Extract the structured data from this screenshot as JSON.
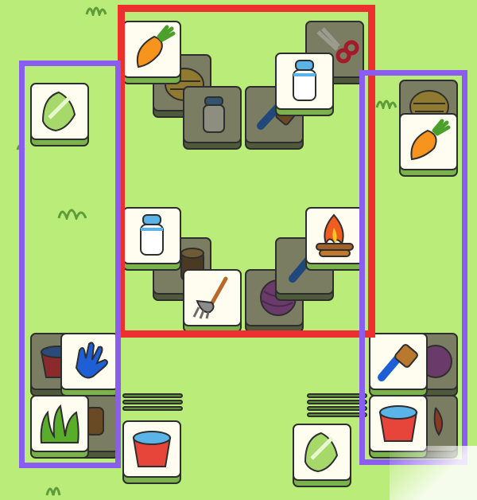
{
  "colors": {
    "background": "#b9ec79",
    "highlight_red": "#ee2f2f",
    "highlight_purple": "#8a5cf0",
    "tile_face": "#fffdf0",
    "tile_edge": "#7ab34c",
    "tile_shadowed": "#7b7d63"
  },
  "highlight_groups": [
    {
      "name": "center-group",
      "color": "red"
    },
    {
      "name": "left-column",
      "color": "purple"
    },
    {
      "name": "right-column",
      "color": "purple"
    }
  ],
  "tile_icons": [
    "carrot-icon",
    "bok-choy-icon",
    "milk-bottle-icon",
    "garden-shears-icon",
    "hay-bale-icon",
    "brush-icon",
    "campfire-icon",
    "tree-stump-icon",
    "pitchfork-icon",
    "yarn-ball-icon",
    "bucket-icon",
    "glove-icon",
    "grass-icon"
  ]
}
